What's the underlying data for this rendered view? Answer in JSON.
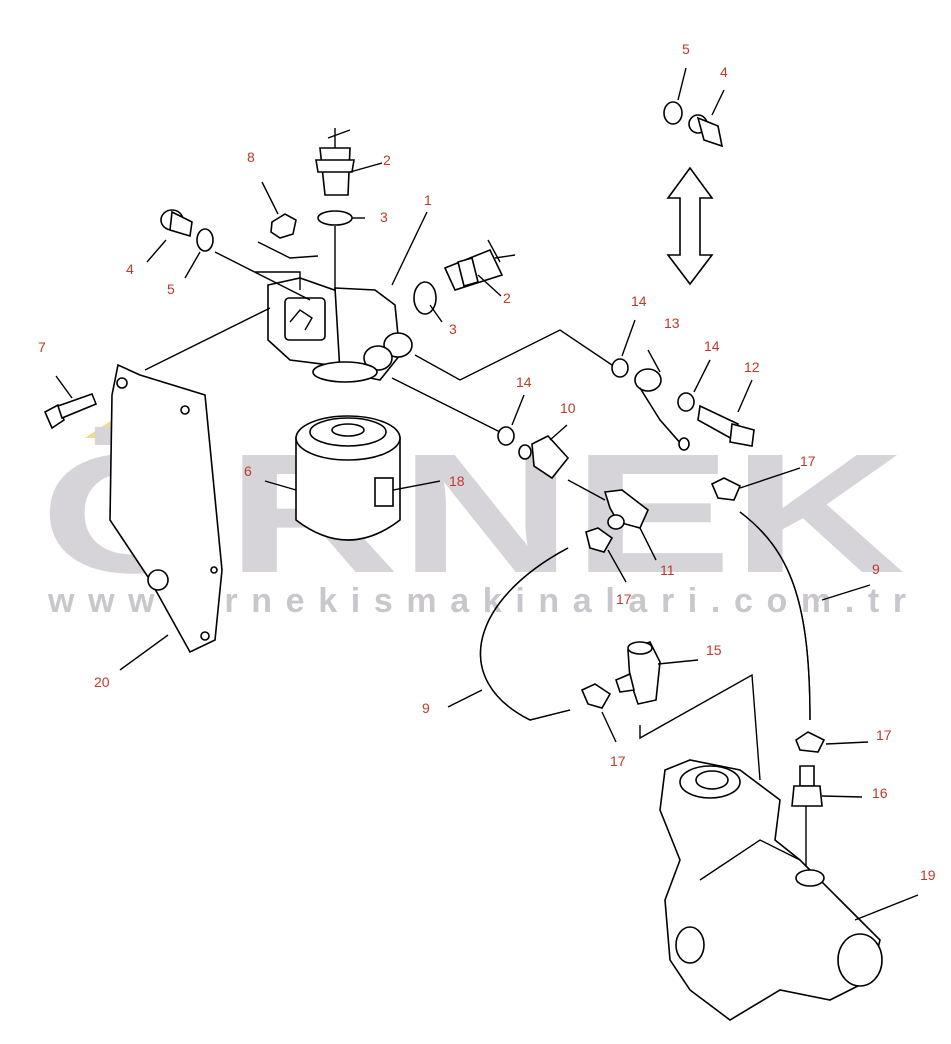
{
  "watermark": {
    "brand": "ÖRNEK",
    "url": "www.ornekismakinalari.com.tr",
    "brand_color": "#d6d4d9",
    "accent_color": "#f4d98a"
  },
  "colors": {
    "callout": "#c0392b",
    "line": "#000000"
  },
  "callouts": {
    "c1": "1",
    "c2a": "2",
    "c2b": "2",
    "c3a": "3",
    "c3b": "3",
    "c4a": "4",
    "c4b": "4",
    "c5a": "5",
    "c5b": "5",
    "c6": "6",
    "c7": "7",
    "c8": "8",
    "c9a": "9",
    "c9b": "9",
    "c10": "10",
    "c11": "11",
    "c12": "12",
    "c13": "13",
    "c14a": "14",
    "c14b": "14",
    "c14c": "14",
    "c15": "15",
    "c16": "16",
    "c17a": "17",
    "c17b": "17",
    "c17c": "17",
    "c17d": "17",
    "c18": "18",
    "c19": "19",
    "c20": "20"
  }
}
